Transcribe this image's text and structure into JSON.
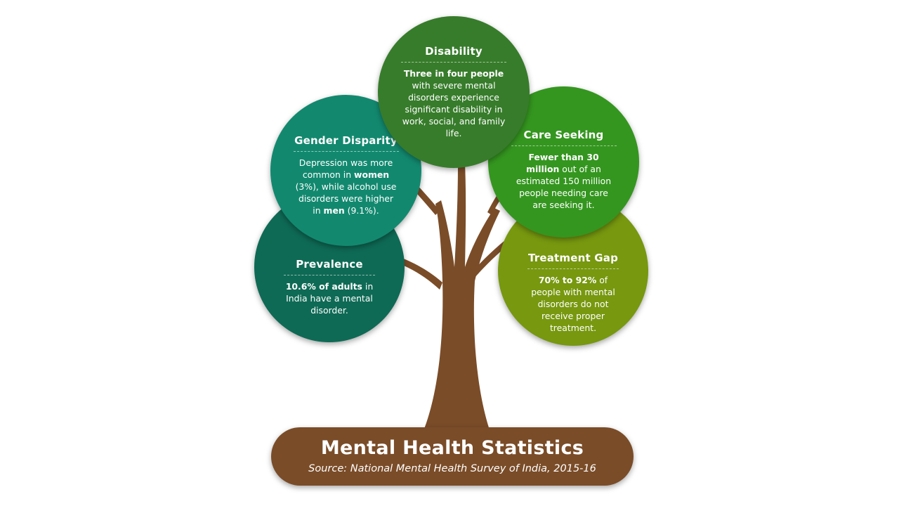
{
  "colors": {
    "trunk": "#7a4c28",
    "prevalence": "#0e6a55",
    "gender_disparity": "#12896f",
    "disability": "#377c2b",
    "care_seeking": "#34961f",
    "treatment_gap": "#77980f",
    "leaf": "#ffffff"
  },
  "circles": {
    "prevalence": {
      "title": "Prevalence",
      "bold1": "10.6% of adults",
      "text1": " in India have a mental disorder."
    },
    "gender": {
      "title": "Gender Disparity",
      "text1": "Depression was more common in ",
      "bold1": "women",
      "text2": " (3%), while alcohol use disorders were higher in ",
      "bold2": "men",
      "text3": " (9.1%)."
    },
    "disability": {
      "title": "Disability",
      "bold1": "Three in four people",
      "text1": " with severe mental disorders experience significant disability in work, social, and family life."
    },
    "care": {
      "title": "Care Seeking",
      "bold1": "Fewer than 30 million",
      "text1": " out of an estimated 150 million people needing care are seeking it."
    },
    "treatment": {
      "title": "Treatment Gap",
      "bold1": "70% to 92%",
      "text1": " of people with mental disorders do not receive proper treatment."
    }
  },
  "footer": {
    "title": "Mental Health Statistics",
    "source": "Source: National Mental Health Survey of India, 2015-16"
  }
}
